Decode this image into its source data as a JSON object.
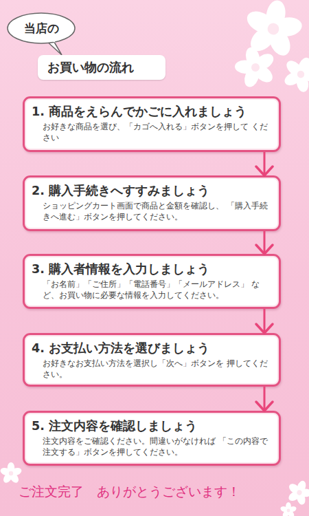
{
  "diagram": {
    "nodes": [
      {
        "text": [
          "当店の"
        ]
      },
      {
        "text": [
          "お買い物の流れ"
        ]
      },
      {
        "text": [
          "1. 商品をえらんでかごに入れましょう",
          "お好きな商品を選び、「カゴへ入れる」ボタンを押して ください"
        ]
      },
      {
        "text": [
          "2. 購入手続きへすすみましょう",
          "ショッピングカート画面で商品と金額を確認し、 「購入手続きへ進む」ボタンを押してください。"
        ]
      },
      {
        "text": [
          "3. 購入者情報を入力しましょう",
          "「お名前」「ご住所」「電話番号」「メールアドレス」 など、お買い物に必要な情報を入力してください。"
        ]
      },
      {
        "text": [
          "4. お支払い方法を選びましょう",
          "お好きなお支払い方法を選択し「次へ」ボタンを 押してください。"
        ]
      },
      {
        "text": [
          "5. 注文内容を確認しましょう",
          "注文内容をご確認ください。間違いがなければ 「この内容で注文する」ボタンを押してください。"
        ]
      }
    ],
    "edges": [
      {
        "from": 2,
        "to": 3,
        "arrow": "to"
      },
      {
        "from": 3,
        "to": 4,
        "arrow": "to"
      },
      {
        "from": 4,
        "to": 5,
        "arrow": "to"
      },
      {
        "from": 5,
        "to": 6,
        "arrow": "to"
      }
    ],
    "labels": [
      "ご注文完了　ありがとうございます！"
    ]
  }
}
